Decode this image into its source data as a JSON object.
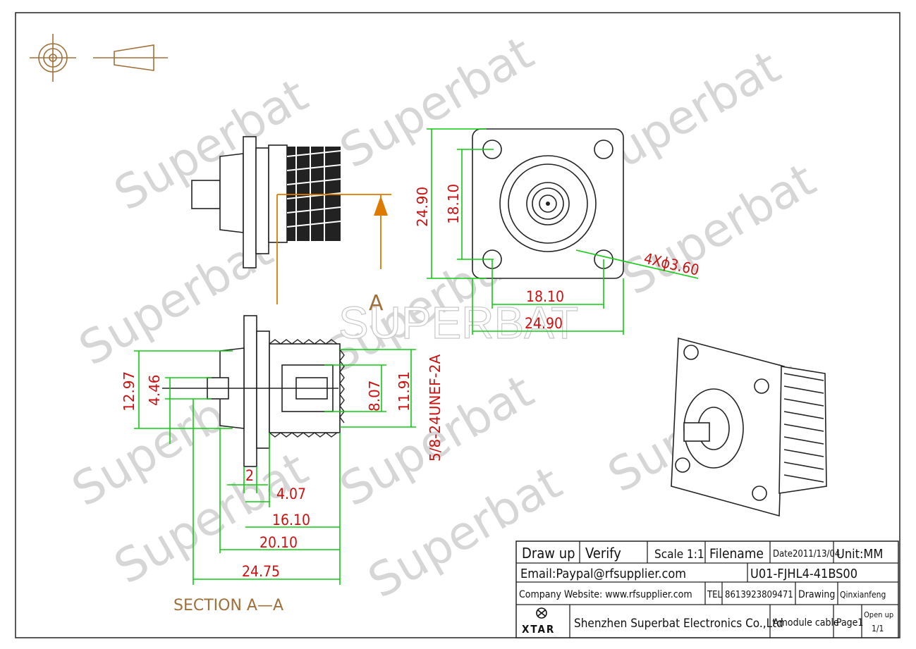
{
  "watermarks": [
    "Superbat",
    "SUPERBAT"
  ],
  "projection_symbol": "first-angle-projection-icon",
  "section_marker": "A",
  "section_label": "SECTION  A—A",
  "front_view": {
    "height_outer": "24.90",
    "height_inner": "18.10",
    "width_inner": "18.10",
    "width_outer": "24.90",
    "hole_callout": "4Xϕ3.60"
  },
  "section_view": {
    "dia_12_97": "12.97",
    "dia_4_46": "4.46",
    "dia_8_07": "8.07",
    "dia_11_91": "11.91",
    "thread": "5/8-24UNEF-2A",
    "len_2": "2",
    "len_4_07": "4.07",
    "len_16_10": "16.10",
    "len_20_10": "20.10",
    "len_24_75": "24.75"
  },
  "title_block": {
    "draw_up": "Draw up",
    "verify": "Verify",
    "scale": "Scale 1:1",
    "filename": "Filename",
    "date": "Date2011/13/04",
    "unit": "Unit:MM",
    "email": "Email:Paypal@rfsupplier.com",
    "part_no": "U01-FJHL4-41BS00",
    "website": "Company Website:  www.rfsupplier.com",
    "tel_label": "TEL",
    "tel": "8613923809471",
    "drawing": "Drawing",
    "drawer": "Qinxianfeng",
    "logo": "XTAR",
    "company": "Shenzhen Superbat Electronics Co.,Ltd",
    "module": "Amodule cable",
    "page": "Page1",
    "open_up": "Open up",
    "open_up_value": "1/1"
  }
}
